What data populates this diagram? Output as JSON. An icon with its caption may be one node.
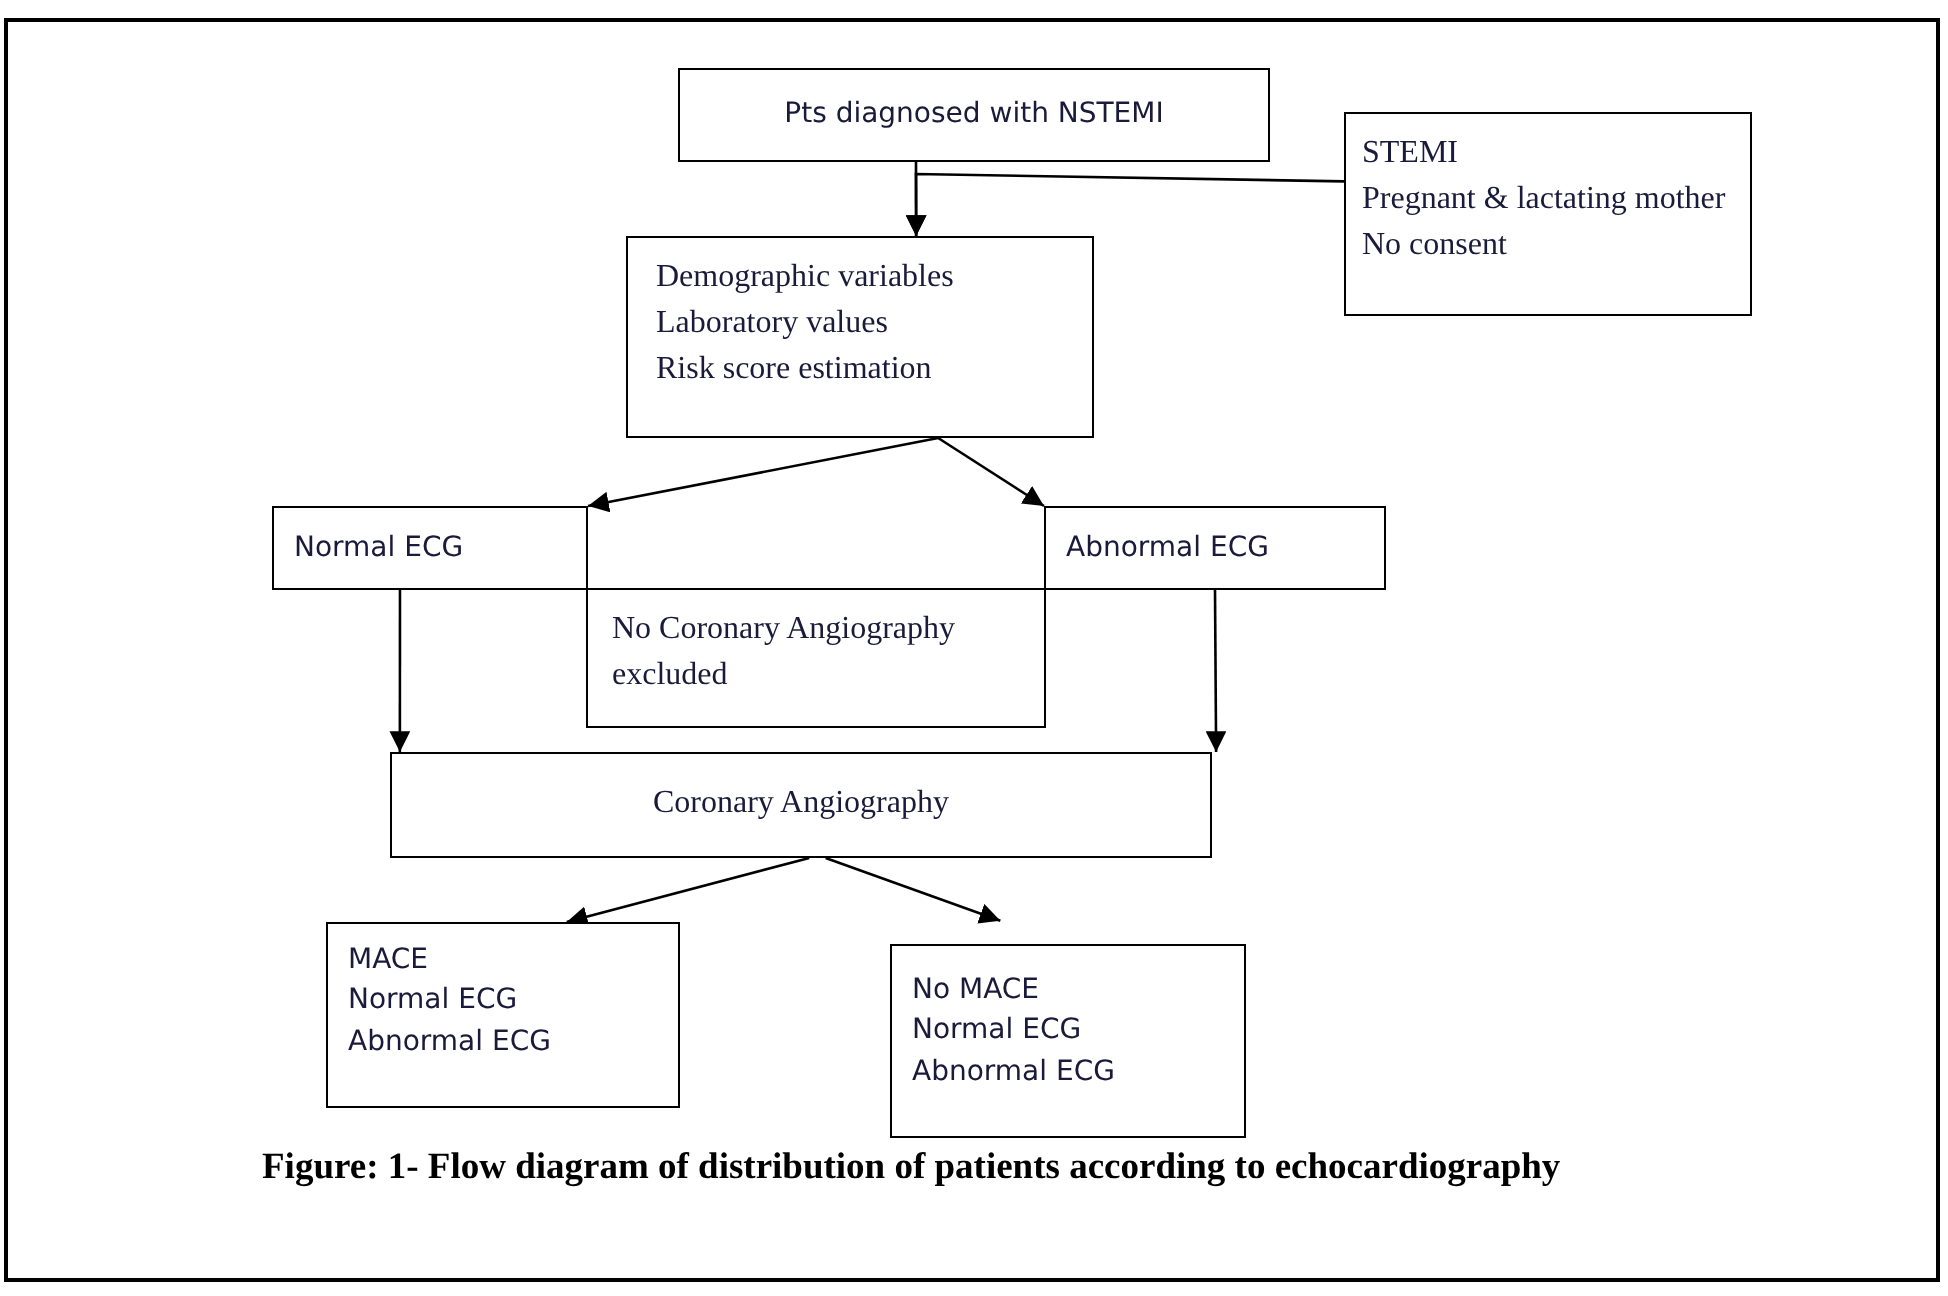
{
  "diagram": {
    "caption": "Figure: 1- Flow diagram of distribution of patients according to echocardiography",
    "nodes": [
      {
        "text": [
          "Pts diagnosed  with NSTEMI"
        ]
      },
      {
        "text": [
          "STEMI",
          "Pregnant & lactating mother",
          "No consent"
        ]
      },
      {
        "text": [
          "Demographic variables",
          "Laboratory values",
          "Risk score estimation"
        ]
      },
      {
        "text": [
          "Normal ECG"
        ]
      },
      {
        "text": [
          "Abnormal ECG"
        ]
      },
      {
        "text": [
          "No Coronary Angiography excluded"
        ]
      },
      {
        "text": [
          "Coronary Angiography"
        ]
      },
      {
        "text": [
          "MACE",
          "Normal ECG",
          "Abnormal ECG"
        ]
      },
      {
        "text": [
          "No MACE",
          "Normal ECG",
          "Abnormal ECG"
        ]
      }
    ],
    "edges": [
      {
        "from": 0,
        "to": 2,
        "arrow": "to"
      },
      {
        "from": 1,
        "to": 2,
        "arrow": "to"
      },
      {
        "from": 2,
        "to": 3,
        "arrow": "to"
      },
      {
        "from": 2,
        "to": 4,
        "arrow": "to"
      },
      {
        "from": 3,
        "to": 6,
        "arrow": "to"
      },
      {
        "from": 4,
        "to": 6,
        "arrow": "to"
      },
      {
        "from": 6,
        "to": 7,
        "arrow": "to"
      },
      {
        "from": 6,
        "to": 8,
        "arrow": "to"
      }
    ]
  }
}
